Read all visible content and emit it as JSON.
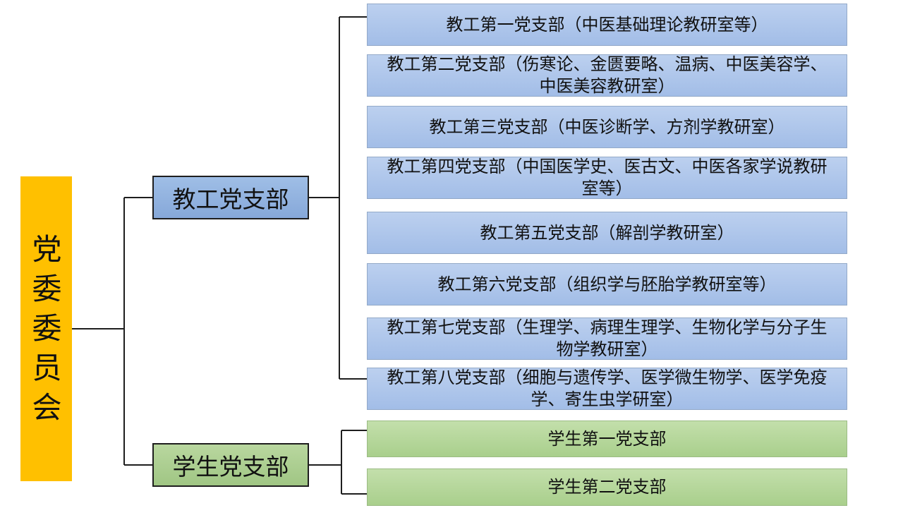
{
  "root": {
    "label": "党委委员会"
  },
  "groups": {
    "staff": {
      "label": "教工党支部",
      "branches": [
        "教工第一党支部（中医基础理论教研室等）",
        "教工第二党支部（伤寒论、金匮要略、温病、中医美容学、中医美容教研室）",
        "教工第三党支部（中医诊断学、方剂学教研室）",
        "教工第四党支部（中国医学史、医古文、中医各家学说教研室等）",
        "教工第五党支部（解剖学教研室）",
        "教工第六党支部（组织学与胚胎学教研室等）",
        "教工第七党支部（生理学、病理生理学、生物化学与分子生物学教研室）",
        "教工第八党支部（细胞与遗传学、医学微生物学、医学免疫学、寄生虫学研室）"
      ]
    },
    "student": {
      "label": "学生党支部",
      "branches": [
        "学生第一党支部",
        "学生第二党支部"
      ]
    }
  },
  "colors": {
    "root_fill": "#FFC000",
    "staff_fill": "#8EB0DE",
    "student_fill": "#A8CB8C",
    "connector": "#1e1e1e"
  }
}
